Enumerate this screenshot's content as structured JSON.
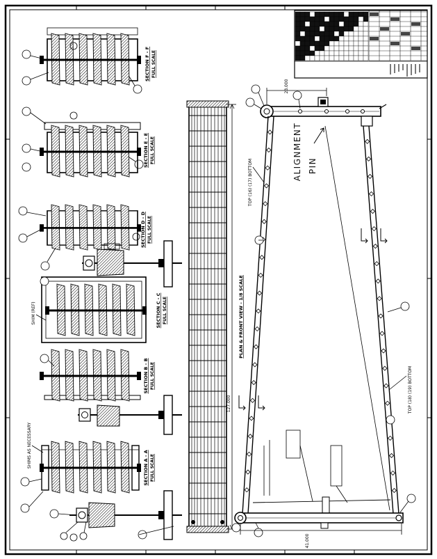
{
  "sections": [
    {
      "title": "SECTION F - F",
      "scale": "FULL SCALE"
    },
    {
      "title": "SECTION E - E",
      "scale": "FULL SCALE"
    },
    {
      "title": "SECTION D - D",
      "scale": "FULL SCALE"
    },
    {
      "title": "SECTION C - C",
      "scale": "FULL SCALE"
    },
    {
      "title": "SECTION B - B",
      "scale": "FULL SCALE"
    },
    {
      "title": "SECTION A - A",
      "scale": "FULL SCALE"
    }
  ],
  "notes": {
    "shim_ref": "SHIM (REF)",
    "shims": "SHIMS AS NECESSARY",
    "plan_view": "PLAN & FRONT VIEW - 1/8 SCALE",
    "alignment_pin_1": "ALIGNMENT",
    "alignment_pin_2": "PIN",
    "top_bottom_left": "TOP (16) (17) BOTTOM",
    "top_bottom_right": "TOP (18) (19) BOTTOM"
  },
  "dimensions": {
    "length": "127.000",
    "top": "23.000",
    "bottom": "41.000"
  },
  "colors": {
    "ink": "#000000",
    "paper": "#ffffff"
  }
}
